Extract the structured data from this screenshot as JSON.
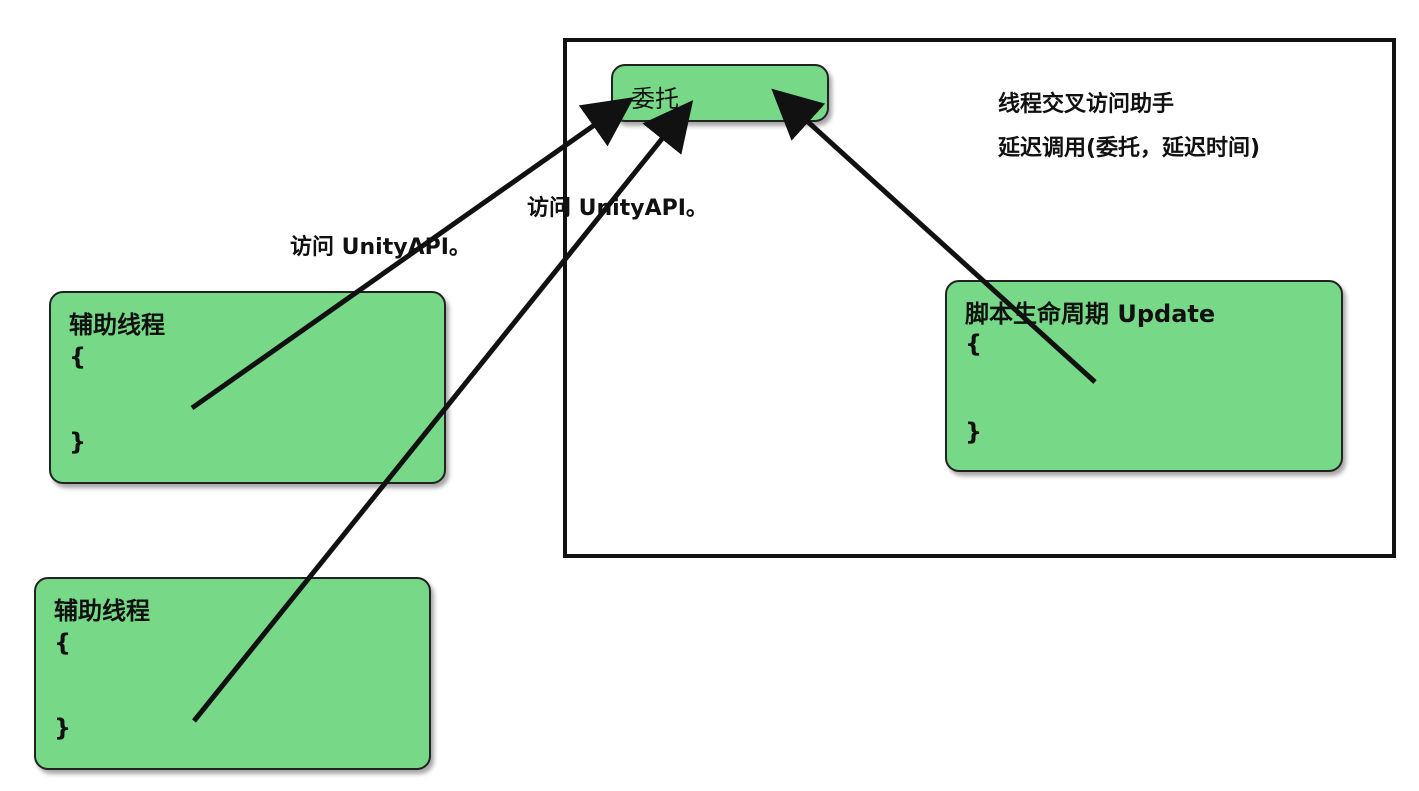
{
  "frame": {
    "notes": [
      "线程交叉访问助手",
      "延迟调用(委托，延迟时间)"
    ]
  },
  "delegate_box": {
    "label": "委托"
  },
  "update_box": {
    "title": "脚本生命周期 Update",
    "open_brace": "{",
    "close_brace": "}"
  },
  "worker_boxes": [
    {
      "title": "辅助线程",
      "open_brace": "{",
      "close_brace": "}"
    },
    {
      "title": "辅助线程",
      "open_brace": "{",
      "close_brace": "}"
    }
  ],
  "arrow_labels": [
    "访问 UnityAPI。",
    "访问 UnityAPI。"
  ]
}
